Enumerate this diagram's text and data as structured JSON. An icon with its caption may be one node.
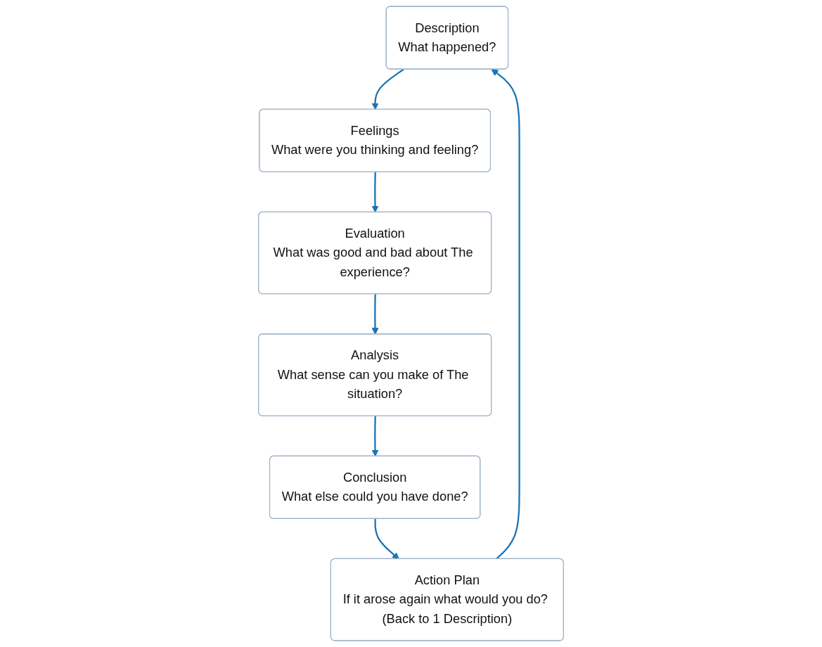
{
  "diagram": {
    "nodes": [
      {
        "text": [
          "Description",
          "What happened?"
        ]
      },
      {
        "text": [
          "Feelings",
          "What were you thinking and feeling?"
        ]
      },
      {
        "text": [
          "Evaluation",
          "What was good and bad about The experience?"
        ]
      },
      {
        "text": [
          "Analysis",
          "What sense can you make of The situation?"
        ]
      },
      {
        "text": [
          "Conclusion",
          "What else could you have done?"
        ]
      },
      {
        "text": [
          "Action Plan",
          "If it arose again what would you do? (Back to 1 Description)"
        ]
      }
    ],
    "edges": [
      {
        "from": 0,
        "to": 1,
        "arrow": "to"
      },
      {
        "from": 1,
        "to": 2,
        "arrow": "to"
      },
      {
        "from": 2,
        "to": 3,
        "arrow": "to"
      },
      {
        "from": 3,
        "to": 4,
        "arrow": "to"
      },
      {
        "from": 4,
        "to": 5,
        "arrow": "to"
      },
      {
        "from": 5,
        "to": 0,
        "arrow": "to"
      }
    ]
  }
}
